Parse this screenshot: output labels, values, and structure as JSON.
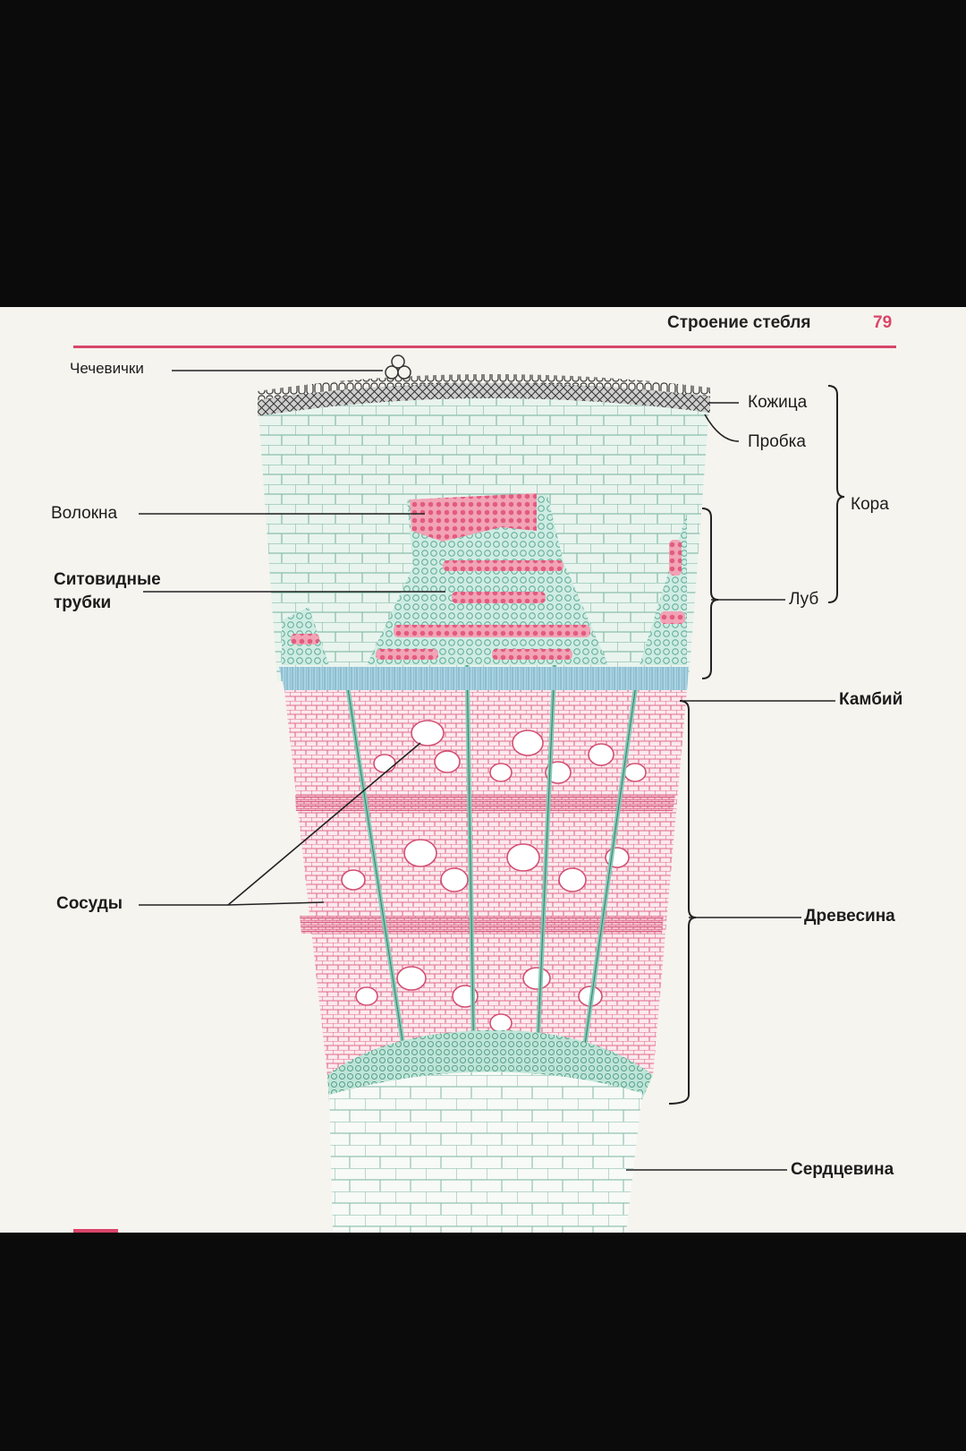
{
  "header": {
    "title": "Строение стебля",
    "page_number": "79"
  },
  "colors": {
    "page": "#f6f4ee",
    "accent": "#d9466a",
    "wood": "#d9466a",
    "phloem_ray": "#7ec9b4",
    "cambium": "#7fb6cf",
    "cell_outline": "#6fa89a"
  },
  "labels": {
    "lenticels": "Чечевички",
    "epidermis": "Кожица",
    "cork": "Пробка",
    "bark": "Кора",
    "fibers": "Волокна",
    "sieve_tubes_line1": "Ситовидные",
    "sieve_tubes_line2": "трубки",
    "bast": "Луб",
    "cambium": "Камбий",
    "vessels": "Сосуды",
    "wood": "Древесина",
    "pith": "Сердцевина"
  }
}
